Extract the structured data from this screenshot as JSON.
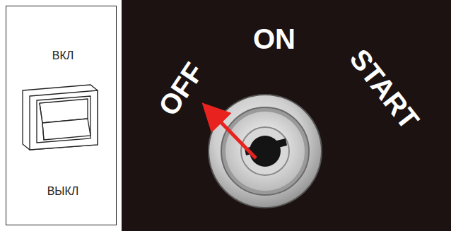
{
  "diagram": {
    "nodes": [
      {
        "text": [
          "ВКЛ",
          "ВЫКЛ"
        ]
      },
      {
        "text": [
          "OFF",
          "ON",
          "START"
        ]
      }
    ]
  }
}
